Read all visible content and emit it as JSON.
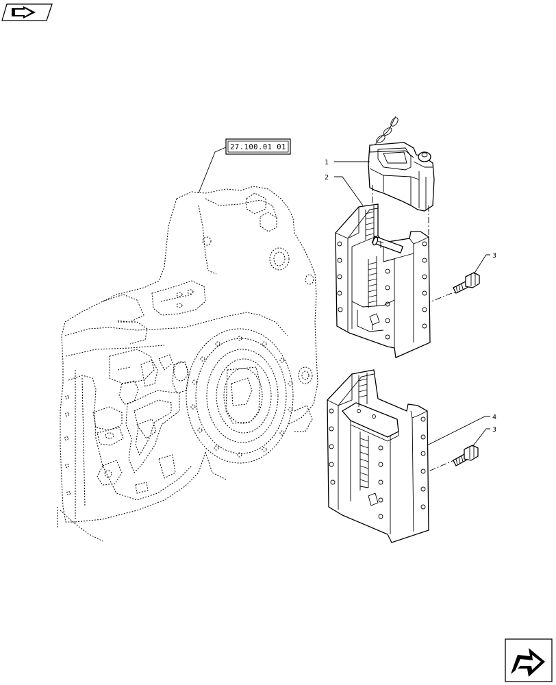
{
  "reference_box": {
    "text": "27.100.01 01"
  },
  "callouts": {
    "c1": "1",
    "c2": "2",
    "c3a": "3",
    "c3b": "3",
    "c4": "4"
  },
  "icons": {
    "top_left": "previous-page-icon",
    "bottom_right": "next-page-icon"
  }
}
